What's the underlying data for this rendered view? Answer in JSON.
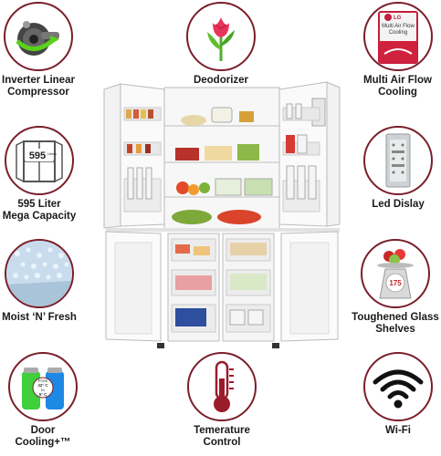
{
  "features": {
    "compressor": {
      "line1": "Inverter Linear",
      "line2": "Compressor",
      "icon": "compressor-icon"
    },
    "deodorizer": {
      "line1": "Deodorizer",
      "icon": "tulip-icon"
    },
    "airflow": {
      "line1": "Multi Air Flow",
      "line2": "Cooling",
      "icon": "airflow-box-icon",
      "box_brand": "LG",
      "box_text1": "Multi Air Flow",
      "box_text2": "Cooling"
    },
    "capacity": {
      "line1": "595 Liter",
      "line2": "Mega Capacity",
      "icon": "capacity-icon",
      "badge_num": "595",
      "badge_unit": "Liters"
    },
    "display": {
      "line1": "Led Dislay",
      "icon": "led-display-icon"
    },
    "moist": {
      "line1": "Moist ‘N’ Fresh",
      "icon": "moist-fresh-icon"
    },
    "glass": {
      "line1": "Toughened Glass",
      "line2": "Shelves",
      "icon": "scale-icon",
      "scale_value": "175"
    },
    "doorcooling": {
      "line1": "Door Cooling+™",
      "icon": "cans-icon",
      "badge1": "From",
      "badge2": "32° C",
      "badge3": "to",
      "badge4": "5° C"
    },
    "temperature": {
      "line1": "Temerature",
      "line2": "Control",
      "icon": "thermometer-icon"
    },
    "wifi": {
      "line1": "Wi-Fi",
      "icon": "wifi-icon"
    }
  },
  "colors": {
    "ring": "#7a1f2b",
    "thermo": "#9a1c2a"
  }
}
